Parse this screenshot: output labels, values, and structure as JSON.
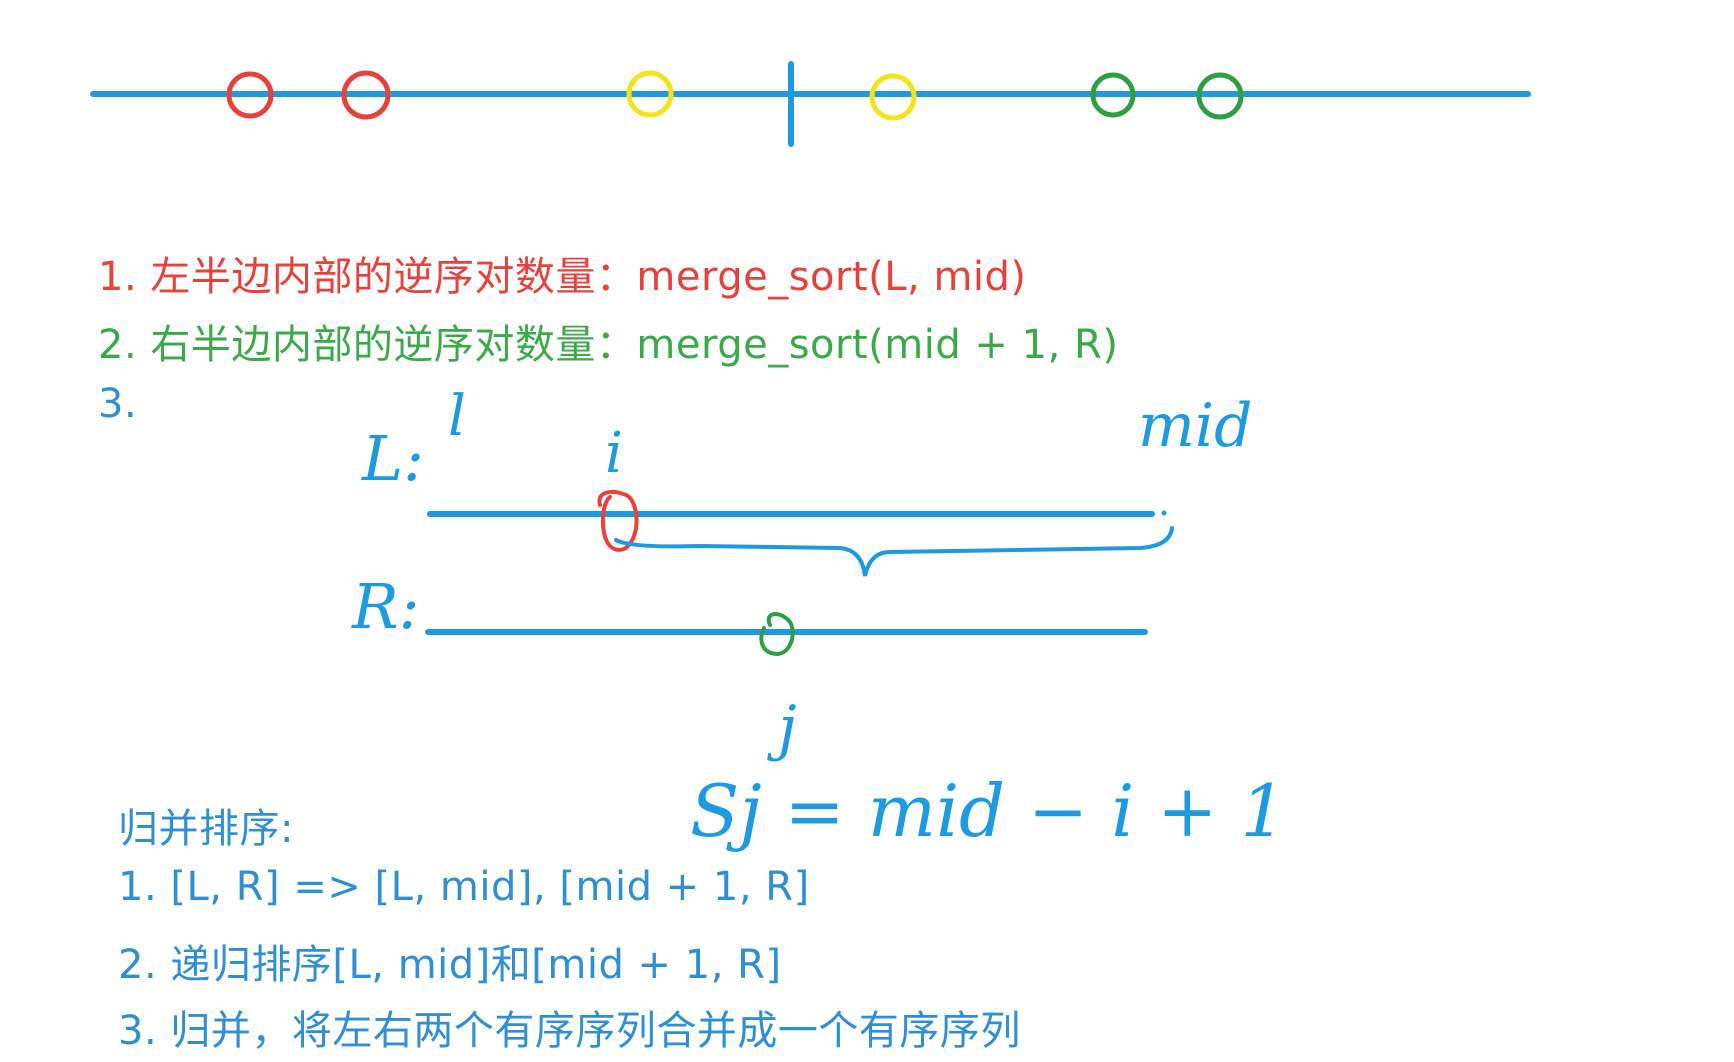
{
  "colors": {
    "line": "#1e9be0",
    "red": "#e8403a",
    "yellow": "#f2e41a",
    "green": "#2e9e43",
    "text_red": "#e8403a",
    "text_green": "#3aaa48",
    "text_blue": "#2f8fd4"
  },
  "steps": [
    {
      "text": "1. 左半边内部的逆序对数量：merge_sort(L, mid)"
    },
    {
      "text": "2. 右半边内部的逆序对数量：merge_sort(mid + 1, R)"
    },
    {
      "text": "3."
    }
  ],
  "handwriting": {
    "l_label": "L:",
    "l_small": "l",
    "i_label": "i",
    "mid_label": "mid",
    "r_label": "R:",
    "j_label": "j",
    "formula": "Sj = mid − i + 1"
  },
  "merge_sort": {
    "title": "归并排序:",
    "items": [
      "1. [L, R] => [L, mid], [mid + 1, R]",
      "2. 递归排序[L, mid]和[mid + 1, R]",
      "3. 归并，将左右两个有序序列合并成一个有序序列"
    ]
  }
}
